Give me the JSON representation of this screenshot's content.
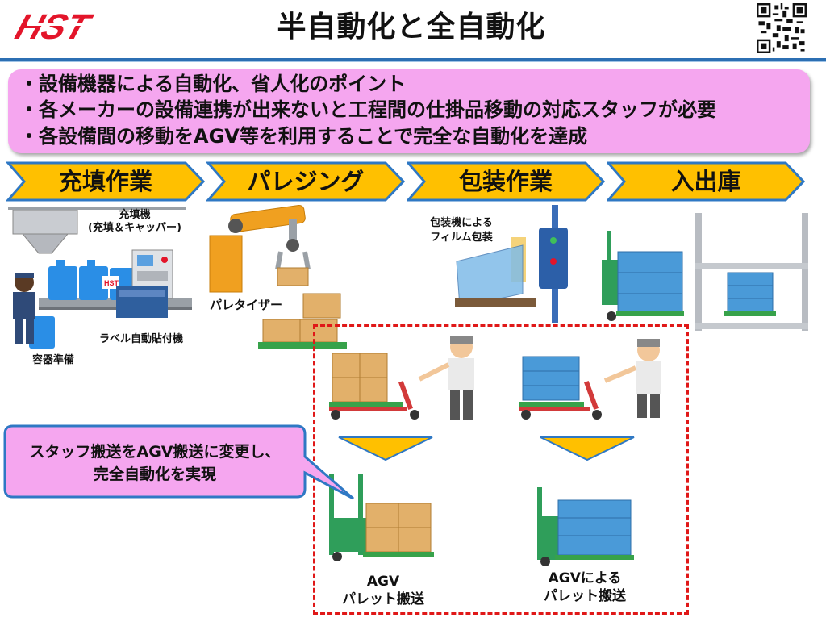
{
  "header": {
    "logo_text": "HST",
    "title": "半自動化と全自動化",
    "qr_icon": "qr-code-icon"
  },
  "summary": {
    "bullets": [
      "・設備機器による自動化、省人化のポイント",
      "・各メーカーの設備連携が出来ないと工程間の仕掛品移動の対応スタッフが必要",
      "・各設備間の移動をAGV等を利用することで完全な自動化を達成"
    ]
  },
  "steps": [
    {
      "label": "充填作業"
    },
    {
      "label": "パレジング"
    },
    {
      "label": "包装作業"
    },
    {
      "label": "入出庫"
    }
  ],
  "labels": {
    "filling_machine_1": "充填機",
    "filling_machine_2": "(充填＆キャッパー)",
    "label_machine": "ラベル自動貼付機",
    "container_prep": "容器準備",
    "palletizer": "パレタイザー",
    "wrapping_1": "包装機による",
    "wrapping_2": "フィルム包装"
  },
  "callout": {
    "line1": "スタッフ搬送をAGV搬送に変更し、",
    "line2": "完全自動化を実現"
  },
  "agv": {
    "left_1": "AGV",
    "left_2": "パレット搬送",
    "right_1": "AGVによる",
    "right_2": "パレット搬送"
  },
  "colors": {
    "accent_blue": "#2c6fb3",
    "chevron_fill": "#ffc000",
    "chevron_border": "#2f78c4",
    "callout_fill": "#f5a6ef",
    "dash_border": "#e01818",
    "logo_red": "#e3152a"
  }
}
